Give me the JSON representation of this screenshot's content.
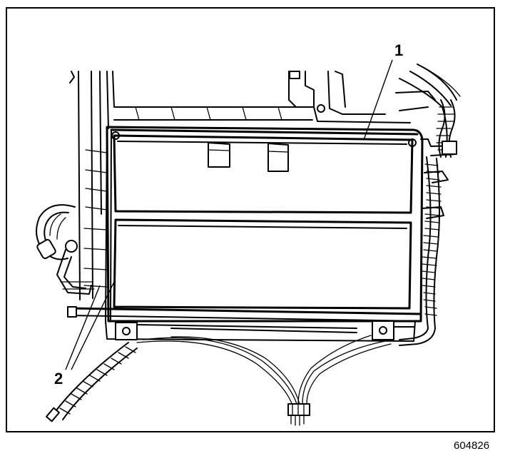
{
  "callouts": [
    {
      "number": "1"
    },
    {
      "number": "2"
    }
  ],
  "figure_id": "604826",
  "colors": {
    "ink": "#000000",
    "paper": "#ffffff"
  }
}
